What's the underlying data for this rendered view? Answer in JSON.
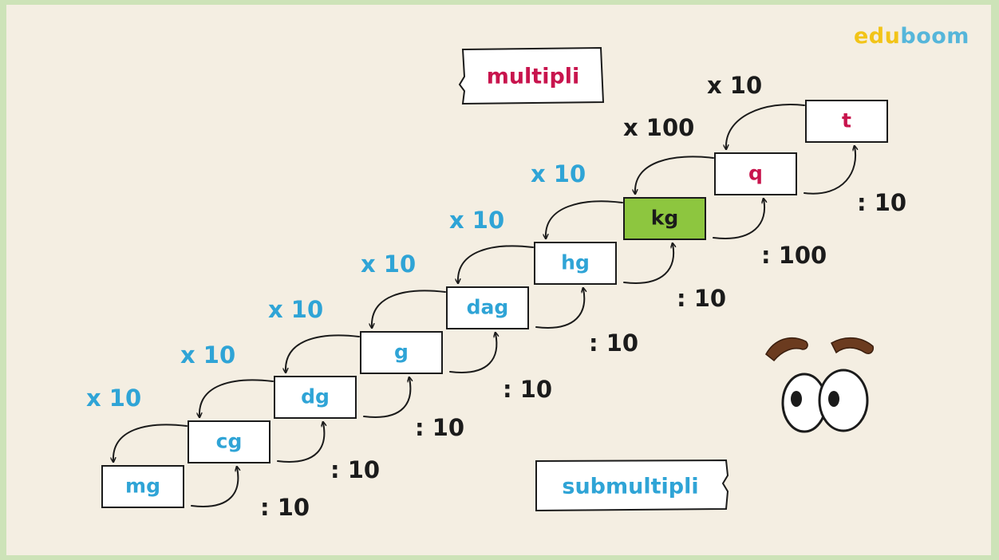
{
  "brand": {
    "part1": "edu",
    "part2": "boom"
  },
  "labels": {
    "multiples": "multipli",
    "submultiples": "submultipli"
  },
  "units": [
    {
      "symbol": "mg",
      "highlight": false,
      "color": "#2fa4d6"
    },
    {
      "symbol": "cg",
      "highlight": false,
      "color": "#2fa4d6"
    },
    {
      "symbol": "dg",
      "highlight": false,
      "color": "#2fa4d6"
    },
    {
      "symbol": "g",
      "highlight": false,
      "color": "#2fa4d6"
    },
    {
      "symbol": "dag",
      "highlight": false,
      "color": "#2fa4d6"
    },
    {
      "symbol": "hg",
      "highlight": false,
      "color": "#2fa4d6"
    },
    {
      "symbol": "kg",
      "highlight": true,
      "color": "#1b1b1b"
    },
    {
      "symbol": "q",
      "highlight": false,
      "color": "#c8144d"
    },
    {
      "symbol": "t",
      "highlight": false,
      "color": "#c8144d"
    }
  ],
  "multiply_steps": [
    {
      "label": "x 10",
      "color": "#2fa4d6"
    },
    {
      "label": "x 10",
      "color": "#2fa4d6"
    },
    {
      "label": "x 10",
      "color": "#2fa4d6"
    },
    {
      "label": "x 10",
      "color": "#2fa4d6"
    },
    {
      "label": "x 10",
      "color": "#2fa4d6"
    },
    {
      "label": "x 10",
      "color": "#2fa4d6"
    },
    {
      "label": "x 100",
      "color": "#1b1b1b"
    },
    {
      "label": "x 10",
      "color": "#1b1b1b"
    }
  ],
  "divide_steps": [
    {
      "label": ": 10"
    },
    {
      "label": ": 10"
    },
    {
      "label": ": 10"
    },
    {
      "label": ": 10"
    },
    {
      "label": ": 10"
    },
    {
      "label": ": 10"
    },
    {
      "label": ": 100"
    },
    {
      "label": ": 10"
    }
  ],
  "colors": {
    "background": "#f4eee2",
    "frame": "#cde3b8",
    "highlight_fill": "#8dc63f",
    "multiples_text": "#c8144d",
    "submultiples_text": "#2fa4d6",
    "ink": "#1b1b1b"
  }
}
